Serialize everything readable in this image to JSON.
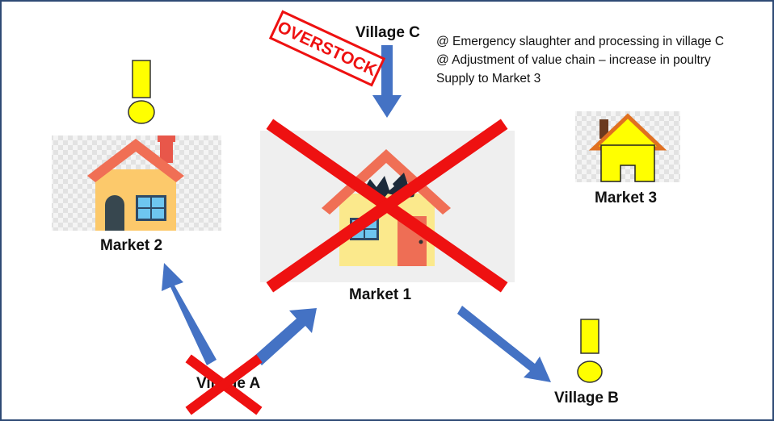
{
  "labels": {
    "village_c": "Village C",
    "market_1": "Market 1",
    "market_2": "Market 2",
    "market_3": "Market 3",
    "village_a": "Village A",
    "village_b": "Village B"
  },
  "stamp": "OVERSTOCK",
  "notes": [
    "@ Emergency slaughter and processing in village C",
    "@ Adjustment of value chain – increase in poultry",
    "Supply to Market 3"
  ],
  "colors": {
    "arrow": "#4472c4",
    "cross": "#ee1111",
    "alert": "#ffff00",
    "frame": "#2e4a75"
  }
}
